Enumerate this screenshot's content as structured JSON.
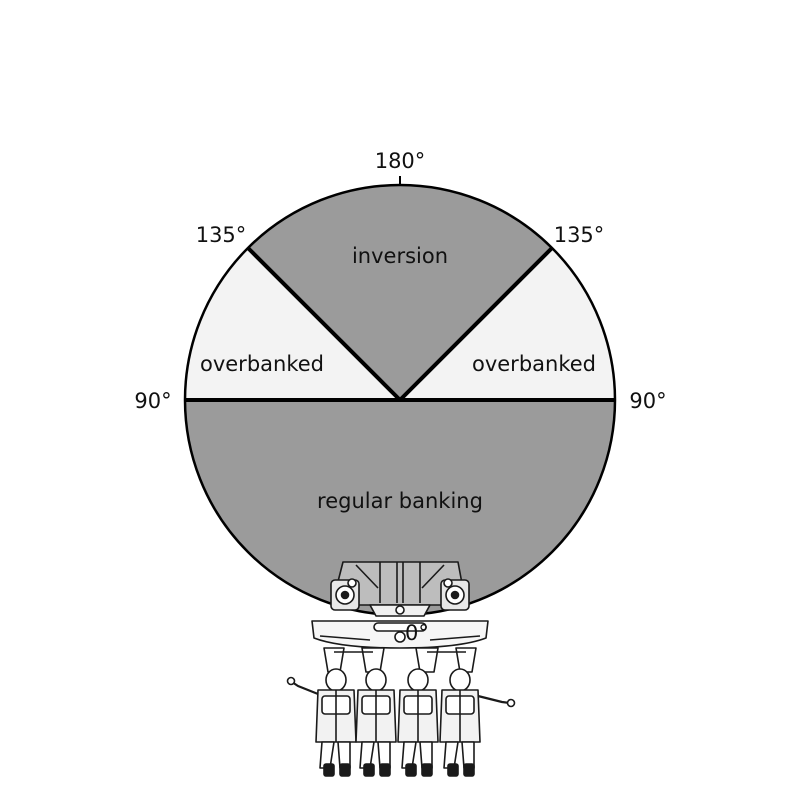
{
  "diagram": {
    "angle_labels": {
      "top": "180°",
      "upper_left": "135°",
      "upper_right": "135°",
      "left": "90°",
      "right": "90°",
      "bottom": "0°"
    },
    "regions": {
      "inversion": "inversion",
      "overbanked_left": "overbanked",
      "overbanked_right": "overbanked",
      "regular": "regular banking"
    },
    "colors": {
      "dark_fill": "#9b9b9b",
      "light_fill": "#f3f3f3",
      "outline": "#000000"
    },
    "illustration": "roller-coaster-train-with-four-riders"
  }
}
